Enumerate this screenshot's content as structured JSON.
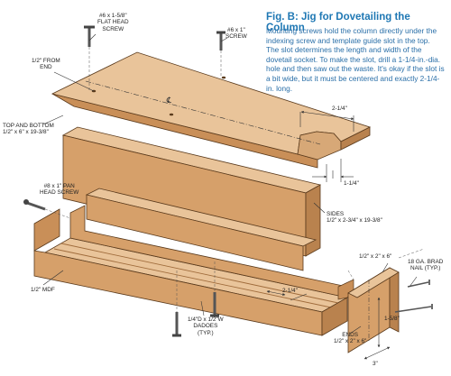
{
  "figure": {
    "title": "Fig. B: Jig for Dovetailing the Column",
    "caption": "Mounting screws hold the column directly under the indexing screw and template guide slot in the top. The slot determines the length and width of the dovetail socket. To make the slot, drill a 1-1/4-in.-dia. hole and then saw out the waste. It's okay if the slot is a bit wide, but it must be centered and exactly 2-1/4-in. long."
  },
  "labels": {
    "flat_head_screw": [
      "#6 x 1-5/8\"",
      "FLAT HEAD",
      "SCREW"
    ],
    "screw_6x1": [
      "#6 x 1\"",
      "SCREW"
    ],
    "from_end": [
      "1/2\" FROM",
      "END"
    ],
    "top_bottom": [
      "TOP AND BOTTOM",
      "1/2\" x 6\" x 19-3/8\""
    ],
    "slot_width": "2-1/4\"",
    "hole_dia": "1-1/4\"",
    "pan_head_screw": [
      "#8 x 1\" PAN",
      "HEAD SCREW"
    ],
    "sides": [
      "SIDES",
      "1/2\" x 2-3/4\" x 19-3/8\""
    ],
    "end_size": "1/2\" x 2\" x 6\"",
    "brad_nail": [
      "18 GA. BRAD",
      "NAIL (TYP.)"
    ],
    "mdf": "1/2\" MDF",
    "inner_width": "2-1/4\"",
    "dadoes": [
      "1/4\"D x 1/2\"W",
      "DADOES",
      "(TYP.)"
    ],
    "ends": [
      "ENDS",
      "1/2\" x 2\" x 6\""
    ],
    "dim_5_8": "1-5/8\"",
    "dim_3": "3\"",
    "centerline": "℄"
  },
  "colors": {
    "wood_top": "#e9c49a",
    "wood_face": "#d6a06a",
    "wood_dark": "#b9824e",
    "outline": "#5a3a1c",
    "title_blue": "#1f78b4",
    "leader": "#333333"
  }
}
